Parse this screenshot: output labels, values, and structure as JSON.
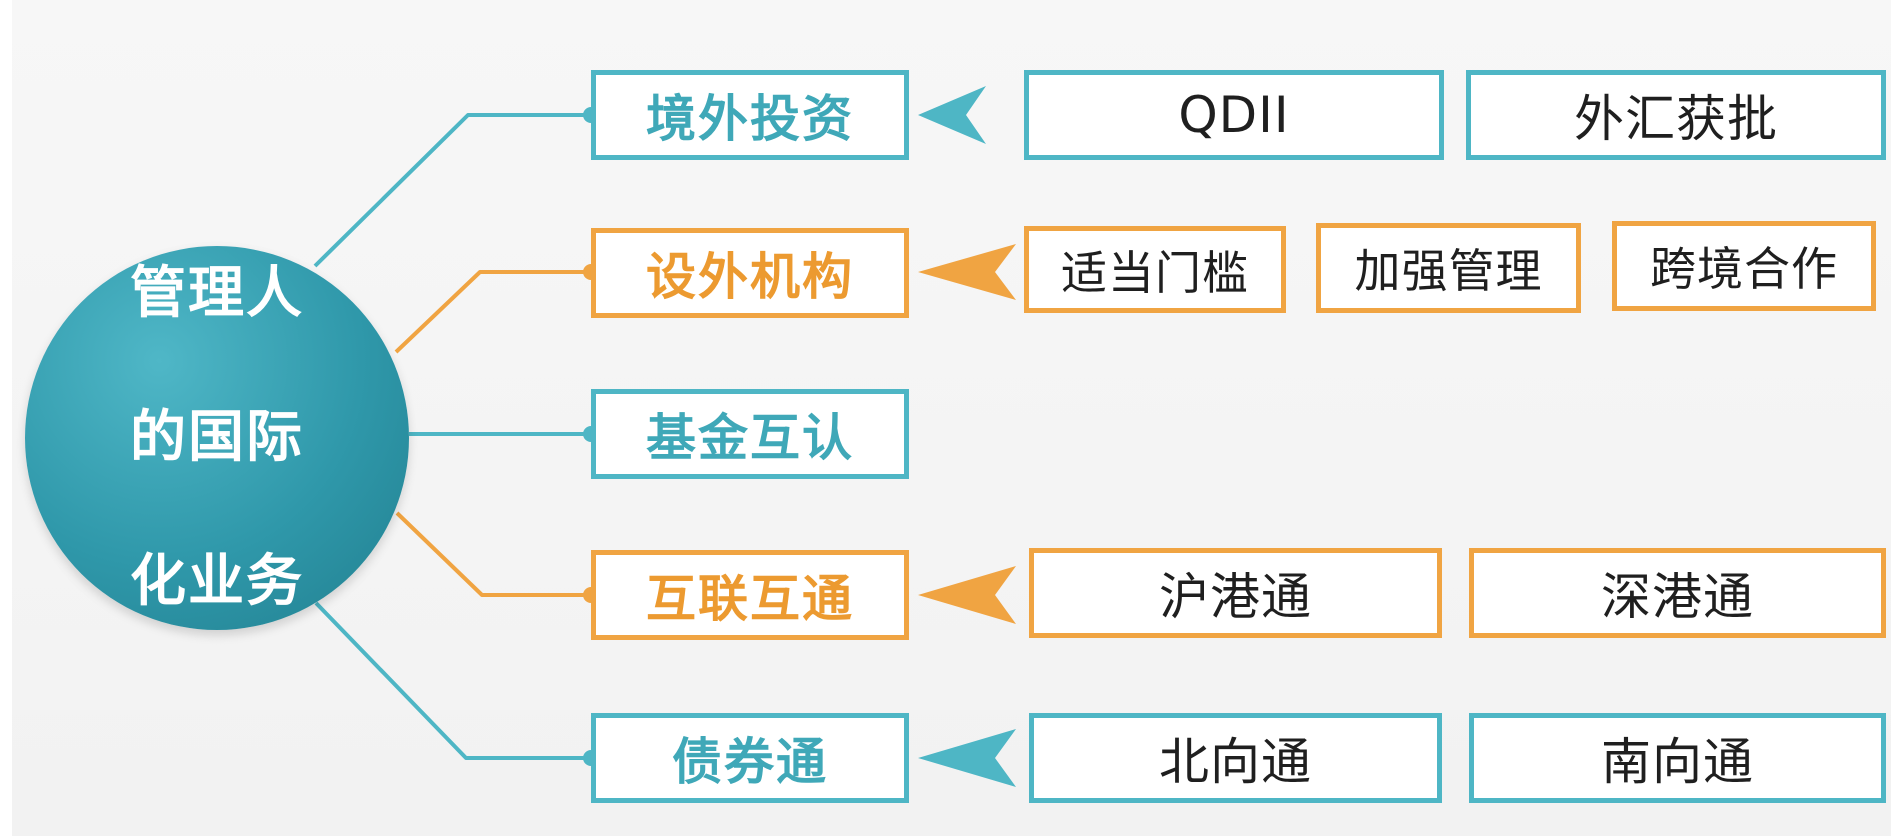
{
  "center": {
    "lines": [
      "管理人",
      "的国际",
      "化业务"
    ]
  },
  "branches": [
    {
      "label": "境外投资",
      "details": [
        "QDII",
        "外汇获批"
      ]
    },
    {
      "label": "设外机构",
      "details": [
        "适当门槛",
        "加强管理",
        "跨境合作"
      ]
    },
    {
      "label": "基金互认",
      "details": []
    },
    {
      "label": "互联互通",
      "details": [
        "沪港通",
        "深港通"
      ]
    },
    {
      "label": "债券通",
      "details": [
        "北向通",
        "南向通"
      ]
    }
  ],
  "colors": {
    "teal": "#4eb6c5",
    "orange": "#f0a442",
    "hub": "#2f98aa",
    "text": "#1f1f1f"
  }
}
